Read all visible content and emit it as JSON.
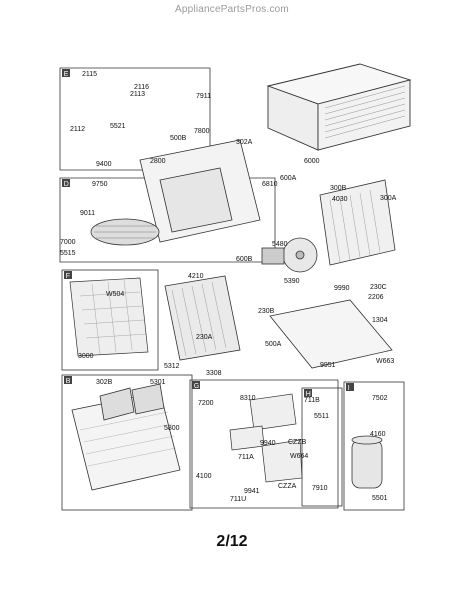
{
  "site_header": "AppliancePartsPros.com",
  "page_number": "2/12",
  "section_markers": [
    "E",
    "D",
    "F",
    "B",
    "G",
    "H",
    "I"
  ],
  "part_labels": [
    "2115",
    "2116",
    "2113",
    "7911",
    "2112",
    "5521",
    "500B",
    "7800",
    "302A",
    "9400",
    "2800",
    "6000",
    "9750",
    "6810",
    "600A",
    "300B",
    "4030",
    "300A",
    "9011",
    "7000",
    "5515",
    "5480",
    "600B",
    "5390",
    "4210",
    "W504",
    "230B",
    "9990",
    "2206",
    "230C",
    "1304",
    "230A",
    "500A",
    "3000",
    "5312",
    "3308",
    "W663",
    "302B",
    "5301",
    "9951",
    "5800",
    "7200",
    "8310",
    "711B",
    "5511",
    "7502",
    "9940",
    "CZZB",
    "4160",
    "711A",
    "4100",
    "W664",
    "9941",
    "CZZA",
    "711U",
    "7910",
    "5501"
  ]
}
